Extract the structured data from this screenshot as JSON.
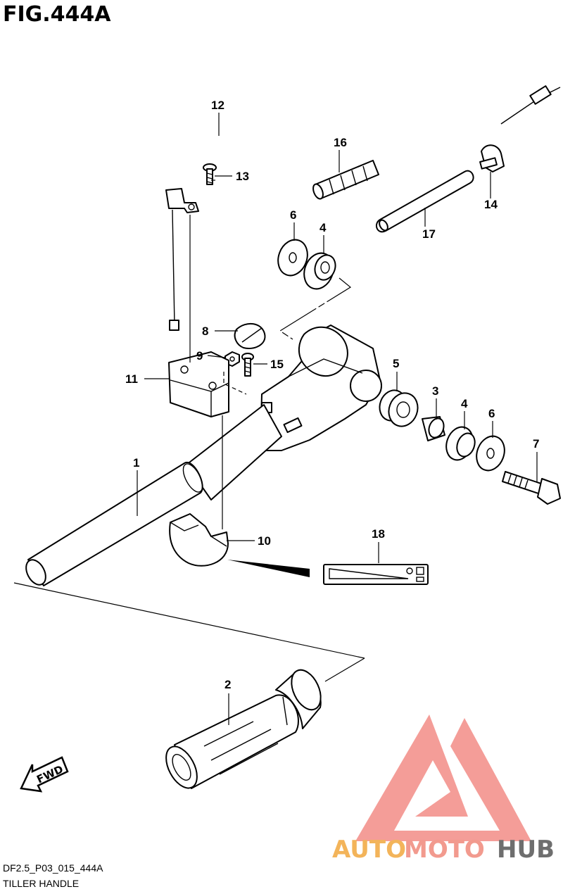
{
  "figure": {
    "title": "FIG.444A",
    "code": "DF2.5_P03_015_444A",
    "name": "TILLER HANDLE"
  },
  "callouts": [
    "1",
    "2",
    "3",
    "4",
    "4",
    "5",
    "6",
    "6",
    "7",
    "8",
    "9",
    "10",
    "11",
    "12",
    "13",
    "14",
    "15",
    "16",
    "17",
    "18"
  ],
  "fwd_label": "FWD",
  "watermark": {
    "parts": [
      "AUTO",
      "MOTO",
      "HUB"
    ],
    "colors": [
      "#f3b45a",
      "#f29a8e",
      "#6e6e6e"
    ],
    "logo_color": "#f28c86"
  }
}
